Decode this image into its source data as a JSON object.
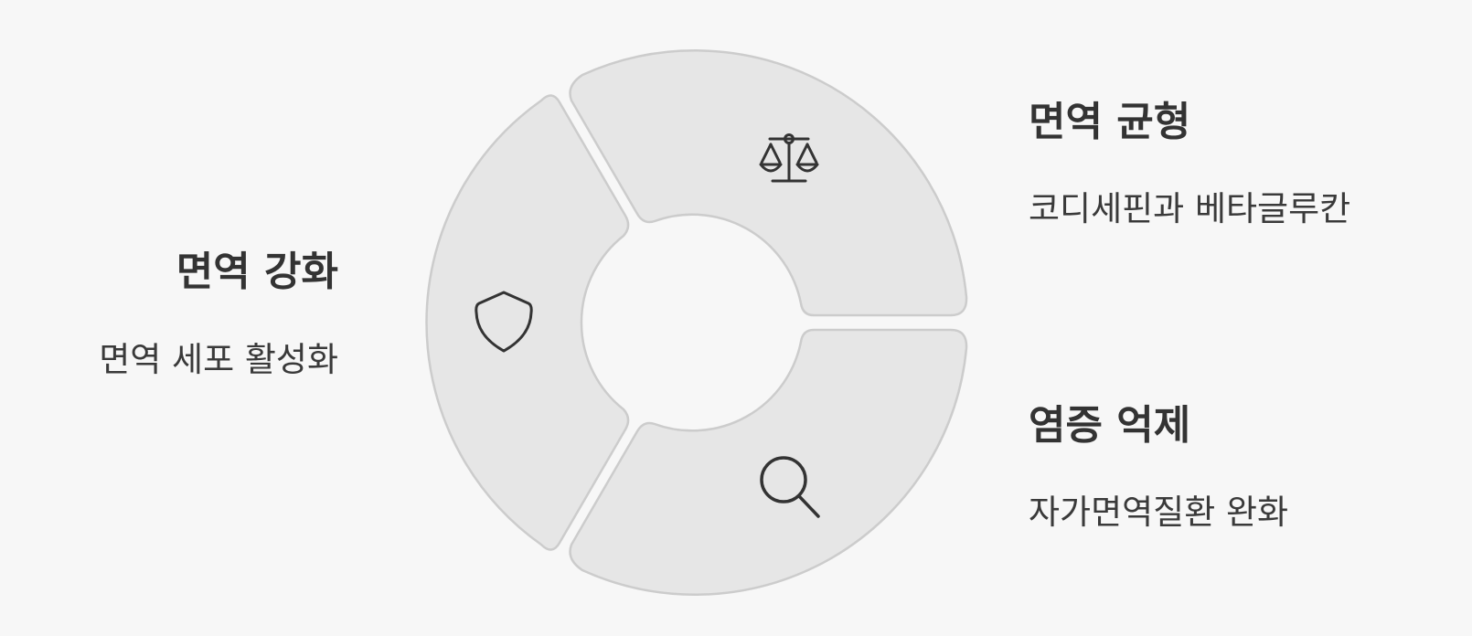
{
  "diagram": {
    "segments": [
      {
        "id": "immune-boost",
        "title": "면역 강화",
        "description": "면역 세포 활성화",
        "icon": "shield-icon"
      },
      {
        "id": "immune-balance",
        "title": "면역 균형",
        "description": "코디세핀과 베타글루칸",
        "icon": "scale-icon"
      },
      {
        "id": "anti-inflammation",
        "title": "염증 억제",
        "description": "자가면역질환 완화",
        "icon": "magnifier-icon"
      }
    ],
    "colors": {
      "background": "#f7f7f7",
      "segment_fill": "#e6e6e6",
      "segment_stroke": "#cccccc",
      "icon_stroke": "#333333",
      "text": "#333333"
    }
  }
}
